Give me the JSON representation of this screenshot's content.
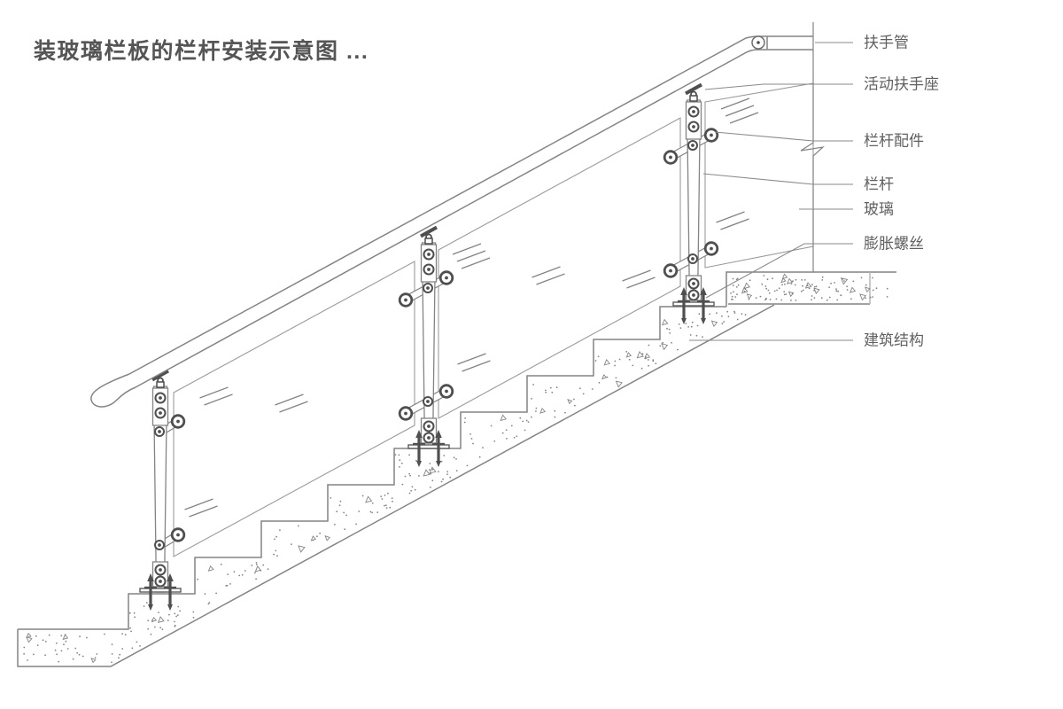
{
  "title": "装玻璃栏板的栏杆安装示意图 ...",
  "labels": [
    {
      "id": "handrail-tube",
      "text": "扶手管"
    },
    {
      "id": "movable-handrail-seat",
      "text": "活动扶手座"
    },
    {
      "id": "railing-fittings",
      "text": "栏杆配件"
    },
    {
      "id": "railing-post",
      "text": "栏杆"
    },
    {
      "id": "glass",
      "text": "玻璃"
    },
    {
      "id": "expansion-bolt",
      "text": "膨胀螺丝"
    },
    {
      "id": "building-structure",
      "text": "建筑结构"
    }
  ],
  "colors": {
    "line": "#848484",
    "light_line": "#9a9a9a",
    "dark": "#4f4f4f",
    "label_text": "#606060",
    "title_text": "#555555",
    "background": "#ffffff"
  }
}
